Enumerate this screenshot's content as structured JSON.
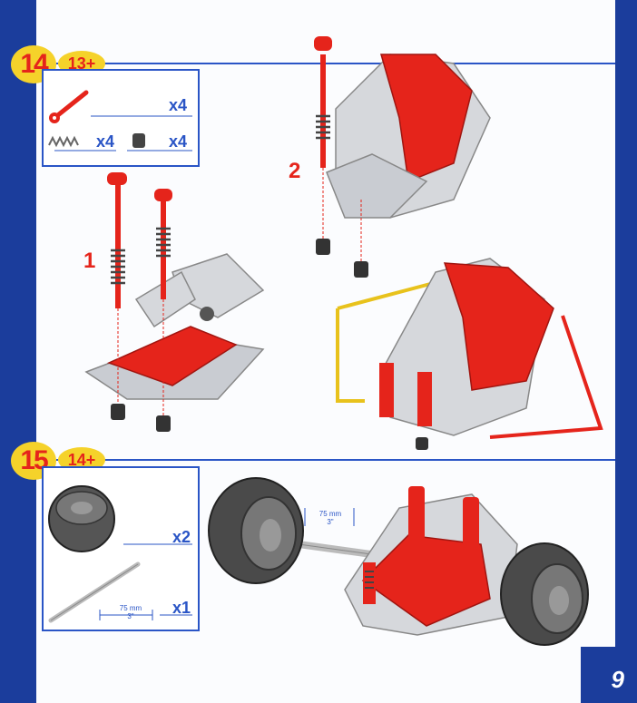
{
  "steps": [
    {
      "number": "14",
      "prereq": "13+",
      "parts": [
        {
          "name": "axle-rod",
          "qty": "x4"
        },
        {
          "name": "spring",
          "qty": "x4"
        },
        {
          "name": "collar",
          "qty": "x4"
        }
      ],
      "substeps": [
        "1",
        "2"
      ]
    },
    {
      "number": "15",
      "prereq": "14+",
      "parts": [
        {
          "name": "wheel",
          "qty": "x2"
        },
        {
          "name": "axle",
          "qty": "x1"
        }
      ],
      "dimension": {
        "metric": "75 mm",
        "imperial": "3\""
      }
    }
  ],
  "page_number": "9",
  "colors": {
    "frame": "#1b3d9c",
    "accent": "#2a55c6",
    "part_red": "#e5241b",
    "badge": "#f5d22a"
  }
}
